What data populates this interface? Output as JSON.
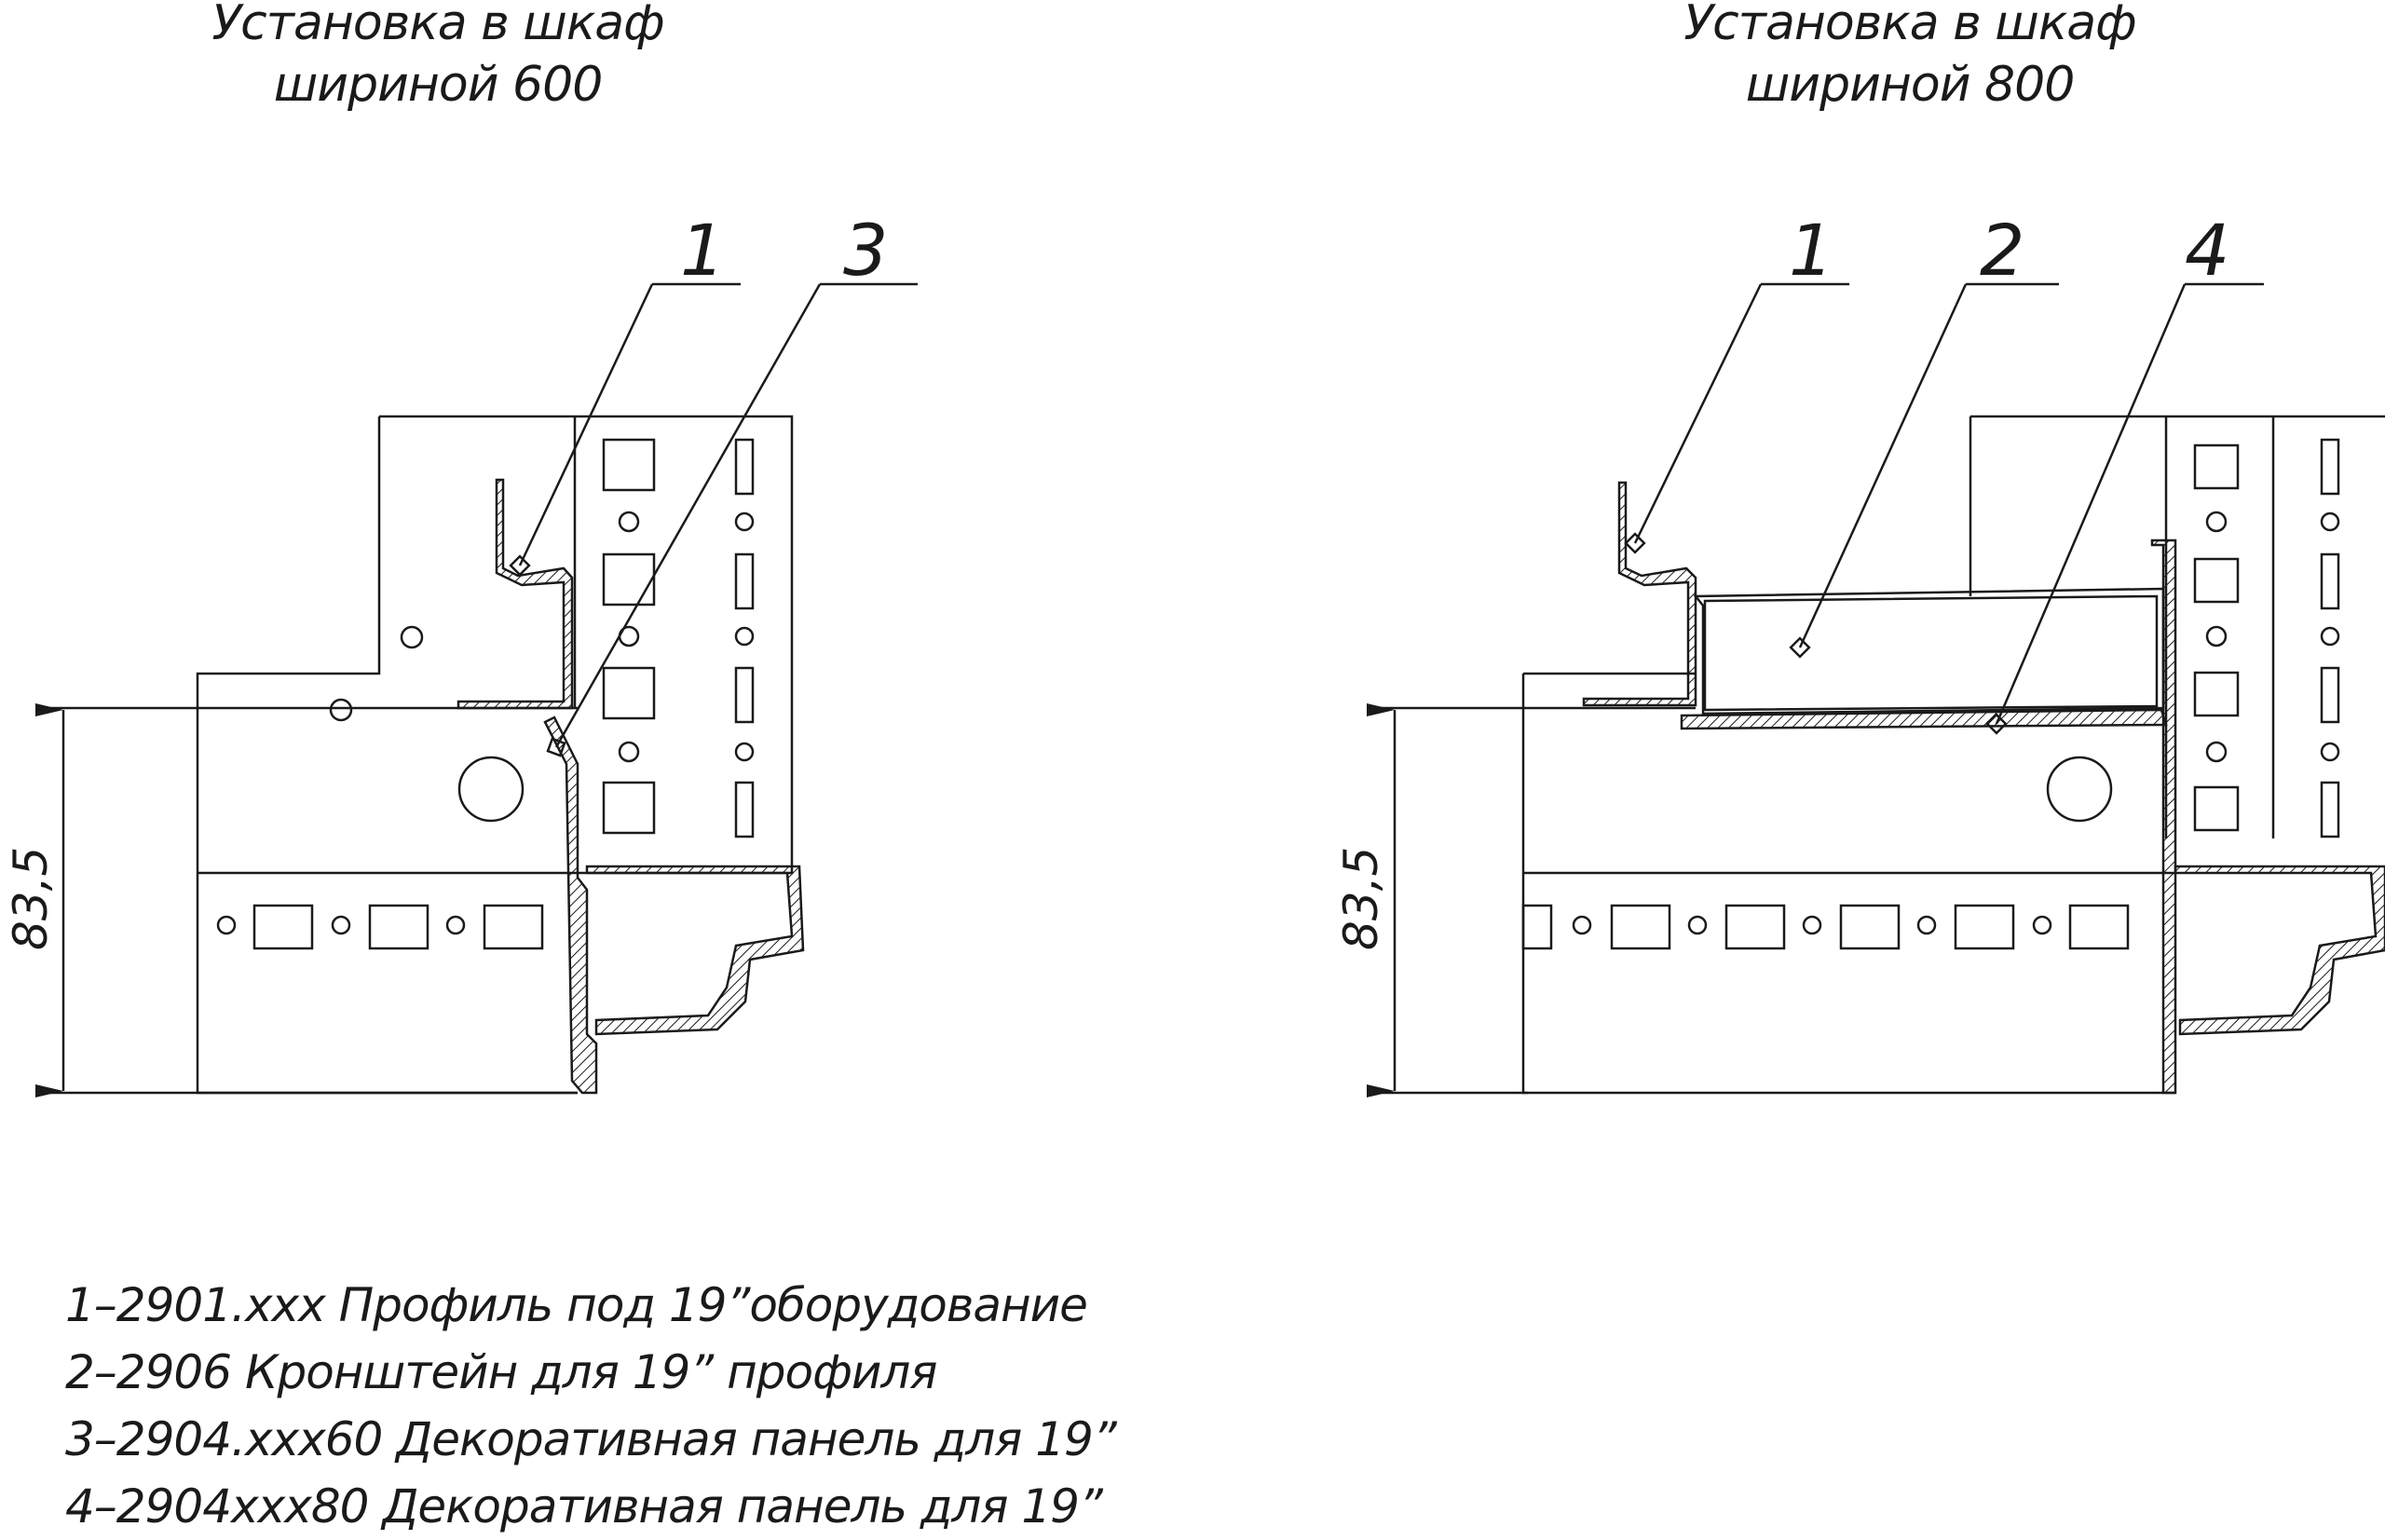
{
  "views": [
    {
      "title_line1": "Установка в шкаф",
      "title_line2": "шириной 600",
      "callouts": [
        "1",
        "3"
      ],
      "dimension": "83,5"
    },
    {
      "title_line1": "Установка в шкаф",
      "title_line2": "шириной 800",
      "callouts": [
        "1",
        "2",
        "4"
      ],
      "dimension": "83,5"
    }
  ],
  "legend": [
    "1–2901.xxx Профиль под 19”оборудование",
    "2–2906 Кронштейн для 19” профиля",
    "3–2904.xxx60 Декоративная панель для 19”",
    "4–2904xxx80 Декоративная панель для 19”"
  ]
}
